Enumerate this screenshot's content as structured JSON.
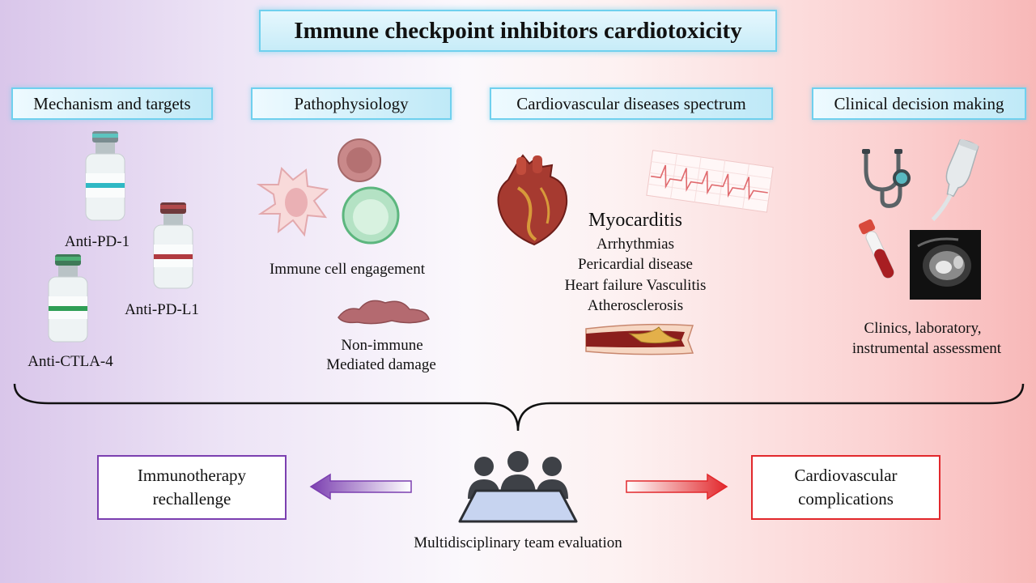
{
  "title": "Immune checkpoint inhibitors cardiotoxicity",
  "sections": {
    "mechanism": {
      "header": "Mechanism and targets",
      "drugs": [
        "Anti-PD-1",
        "Anti-PD-L1",
        "Anti-CTLA-4"
      ]
    },
    "pathophysiology": {
      "header": "Pathophysiology",
      "immune_label": "Immune cell engagement",
      "nonimmune_line1": "Non-immune",
      "nonimmune_line2": "Mediated damage"
    },
    "cardiovascular": {
      "header": "Cardiovascular diseases spectrum",
      "main_disease": "Myocarditis",
      "diseases": [
        "Arrhythmias",
        "Pericardial disease",
        "Heart failure Vasculitis",
        "Atherosclerosis"
      ]
    },
    "clinical": {
      "header": "Clinical decision making",
      "line1": "Clinics, laboratory,",
      "line2": "instrumental assessment"
    }
  },
  "team_label": "Multidisciplinary team evaluation",
  "outcomes": {
    "left_line1": "Immunotherapy",
    "left_line2": "rechallenge",
    "right_line1": "Cardiovascular",
    "right_line2": "complications"
  },
  "colors": {
    "accent_cyan": "#6fd0ee",
    "purple": "#7b3fb0",
    "red": "#e2282c"
  },
  "icons": [
    "vial-icon",
    "immune-cell-icon",
    "heart-icon",
    "ecg-strip-icon",
    "artery-plaque-icon",
    "stethoscope-icon",
    "ultrasound-probe-icon",
    "blood-tube-icon",
    "cardiac-mri-icon",
    "team-meeting-icon"
  ]
}
